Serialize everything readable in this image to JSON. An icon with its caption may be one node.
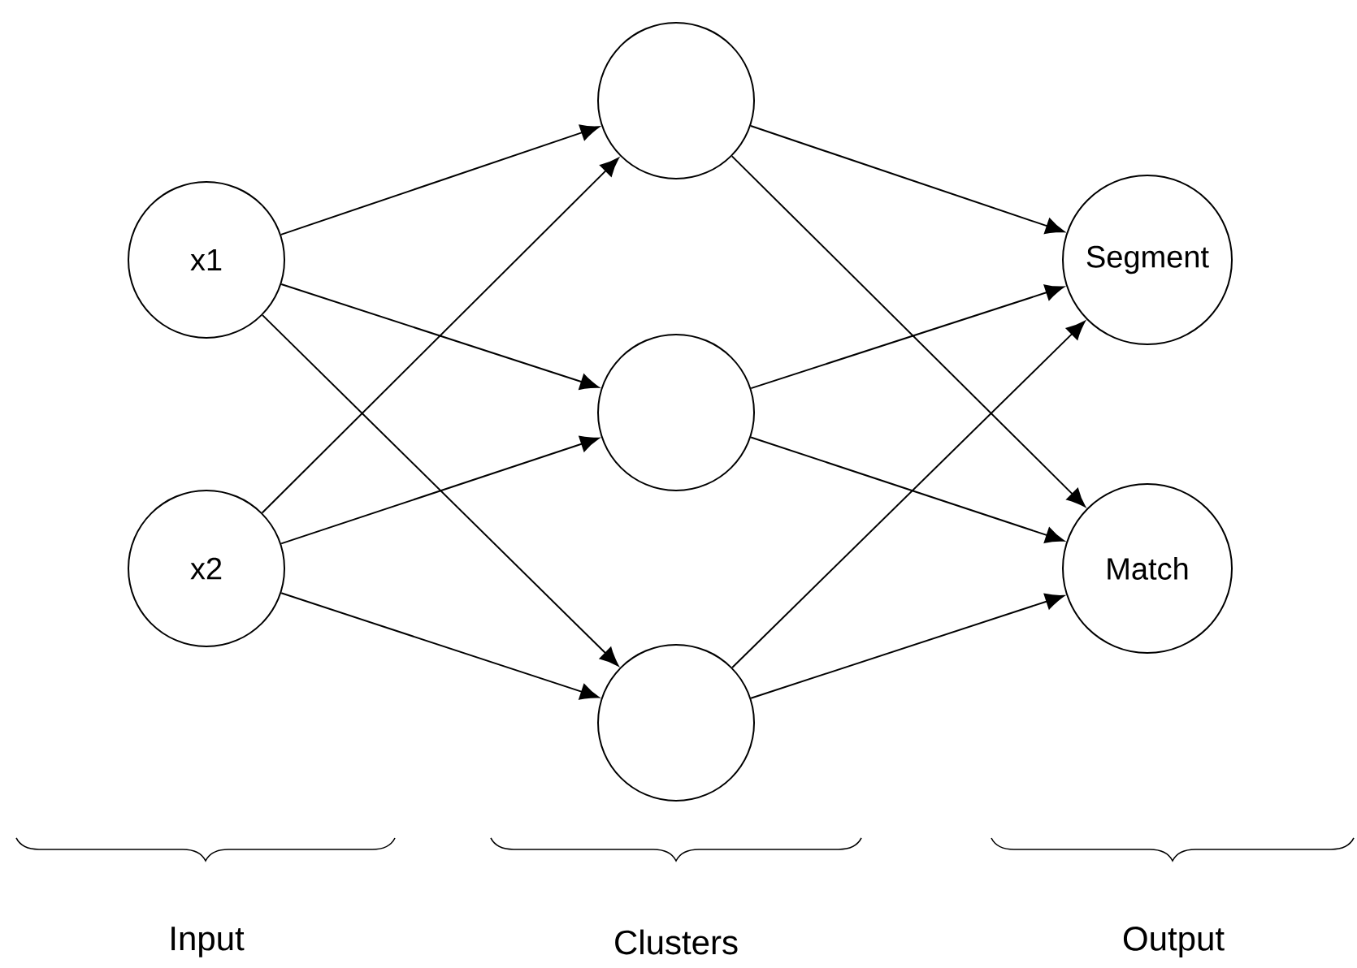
{
  "diagram": {
    "nodes": [
      {
        "text": [
          "x1"
        ]
      },
      {
        "text": [
          "x2"
        ]
      },
      {
        "text": [],
        "shape": "circle"
      },
      {
        "text": [],
        "shape": "circle"
      },
      {
        "text": [],
        "shape": "circle"
      },
      {
        "text": [
          "Segment"
        ]
      },
      {
        "text": [
          "Match"
        ]
      }
    ],
    "edges": [
      {
        "from": 0,
        "to": 2,
        "arrow": "to"
      },
      {
        "from": 0,
        "to": 3,
        "arrow": "to"
      },
      {
        "from": 0,
        "to": 4,
        "arrow": "to"
      },
      {
        "from": 1,
        "to": 2,
        "arrow": "to"
      },
      {
        "from": 1,
        "to": 3,
        "arrow": "to"
      },
      {
        "from": 1,
        "to": 4,
        "arrow": "to"
      },
      {
        "from": 2,
        "to": 5,
        "arrow": "to"
      },
      {
        "from": 2,
        "to": 6,
        "arrow": "to"
      },
      {
        "from": 3,
        "to": 5,
        "arrow": "to"
      },
      {
        "from": 3,
        "to": 6,
        "arrow": "to"
      },
      {
        "from": 4,
        "to": 5,
        "arrow": "to"
      },
      {
        "from": 4,
        "to": 6,
        "arrow": "to"
      }
    ],
    "labels": [
      "Input",
      "Clusters",
      "Output"
    ]
  }
}
